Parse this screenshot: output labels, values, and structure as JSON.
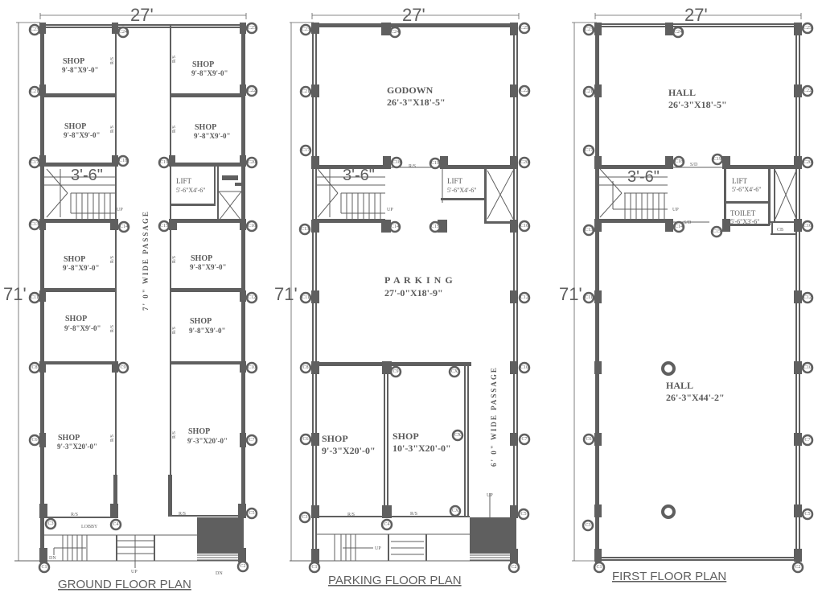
{
  "plans": [
    {
      "id": "ground",
      "title": "GROUND FLOOR PLAN",
      "width_dim": "27'",
      "height_dim": "71'",
      "rooms": [
        {
          "name": "SHOP",
          "size": "9'-8\"X9'-0\""
        },
        {
          "name": "SHOP",
          "size": "9'-8\"X9'-0\""
        },
        {
          "name": "SHOP",
          "size": "9'-8\"X9'-0\""
        },
        {
          "name": "SHOP",
          "size": "9'-8\"X9'-0\""
        },
        {
          "name": "SHOP",
          "size": "9'-8\"X9'-0\""
        },
        {
          "name": "SHOP",
          "size": "9'-8\"X9'-0\""
        },
        {
          "name": "SHOP",
          "size": "9'-8\"X9'-0\""
        },
        {
          "name": "SHOP",
          "size": "9'-8\"X9'-0\""
        },
        {
          "name": "SHOP",
          "size": "9'-3\"X20'-0\""
        },
        {
          "name": "SHOP",
          "size": "9'-3\"X20'-0\""
        },
        {
          "name": "LIFT",
          "size": "5'-6\"X4'-6\""
        }
      ],
      "passage": "7' 0\"  WIDE  PASSAGE",
      "stair_width": "3'-6\"",
      "labels": {
        "lobby": "LOBBY",
        "rs": "R/S",
        "up": "UP",
        "dn": "DN"
      }
    },
    {
      "id": "parking",
      "title": "PARKING FLOOR PLAN",
      "width_dim": "27'",
      "height_dim": "71'",
      "rooms": [
        {
          "name": "GODOWN",
          "size": "26'-3\"X18'-5\""
        },
        {
          "name": "P A R K I N G",
          "size": "27'-0\"X18'-9\""
        },
        {
          "name": "SHOP",
          "size": "9'-3\"X20'-0\""
        },
        {
          "name": "SHOP",
          "size": "10'-3\"X20'-0\""
        },
        {
          "name": "LIFT",
          "size": "5'-6\"X4'-6\""
        }
      ],
      "passage": "6' 0\"  WIDE  PASSAGE",
      "stair_width": "3'-6\"",
      "labels": {
        "rs": "R/S",
        "up": "UP",
        "cx": "CX"
      }
    },
    {
      "id": "first",
      "title": "FIRST FLOOR PLAN",
      "width_dim": "27'",
      "height_dim": "71'",
      "rooms": [
        {
          "name": "HALL",
          "size": "26'-3\"X18'-5\""
        },
        {
          "name": "HALL",
          "size": "26'-3\"X44'-2\""
        },
        {
          "name": "LIFT",
          "size": "5'-6\"X4'-6\""
        },
        {
          "name": "TOILET",
          "size": "5'-6\"X3'-6\""
        }
      ],
      "stair_width": "3'-6\"",
      "labels": {
        "sd": "S/D",
        "up": "UP",
        "cb": "CB"
      }
    }
  ],
  "columns": [
    "C1",
    "C2",
    "C3",
    "C4",
    "C5",
    "C6",
    "C7",
    "C8",
    "C9",
    "C10",
    "C11",
    "C12",
    "C13",
    "C14",
    "C15",
    "C16",
    "C17",
    "C18",
    "C19",
    "C20",
    "C21",
    "C22",
    "C23",
    "C24",
    "C25"
  ]
}
